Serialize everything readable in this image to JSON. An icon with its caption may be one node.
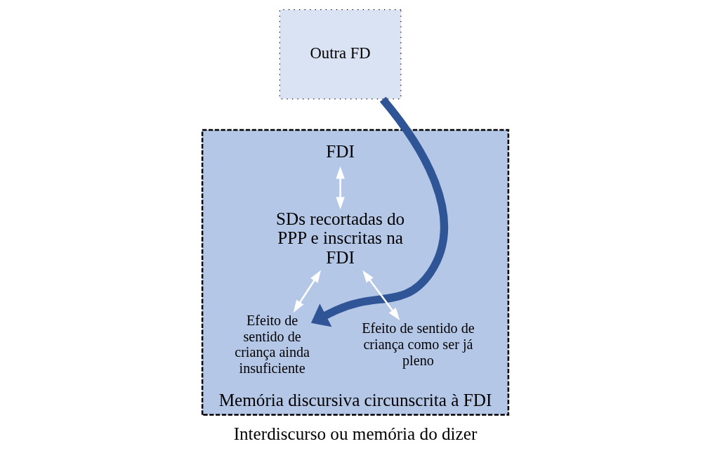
{
  "diagram": {
    "caption": "Interdiscurso ou memória do dizer",
    "nodes": [
      {
        "text": [
          "Outra FD"
        ]
      },
      {
        "text": [
          "Memória discursiva circunscrita à FDI"
        ]
      },
      {
        "text": [
          "FDI"
        ],
        "in": 1
      },
      {
        "text": [
          "SDs recortadas do PPP e inscritas na FDI"
        ],
        "in": 1
      },
      {
        "text": [
          "Efeito de sentido de criança ainda insuficiente"
        ],
        "in": 1
      },
      {
        "text": [
          "Efeito de sentido de criança como ser já pleno"
        ],
        "in": 1
      }
    ],
    "edges": [
      {
        "from": 2,
        "to": 3,
        "arrow": "both"
      },
      {
        "from": 3,
        "to": 4,
        "arrow": "both"
      },
      {
        "from": 3,
        "to": 5,
        "arrow": "both"
      },
      {
        "from": 0,
        "to": 4,
        "arrow": "to",
        "color": "#2f5597",
        "style": "thick"
      }
    ]
  }
}
